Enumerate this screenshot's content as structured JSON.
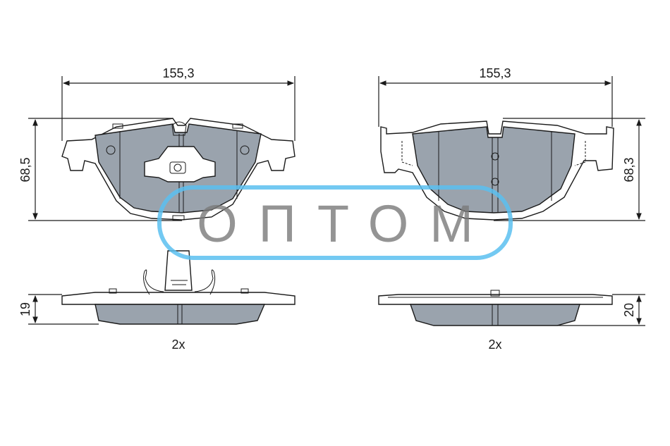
{
  "dimensions": {
    "left_width": "155,3",
    "left_height": "68,5",
    "right_width": "155,3",
    "right_height": "68,3",
    "left_thickness": "19",
    "right_thickness": "20"
  },
  "quantities": {
    "left": "2x",
    "right": "2x"
  },
  "watermark": {
    "text": "ОПТОМ",
    "color": "#5bc0f0"
  },
  "colors": {
    "pad_fill": "#9aa3ad",
    "line": "#1a1a1a"
  }
}
